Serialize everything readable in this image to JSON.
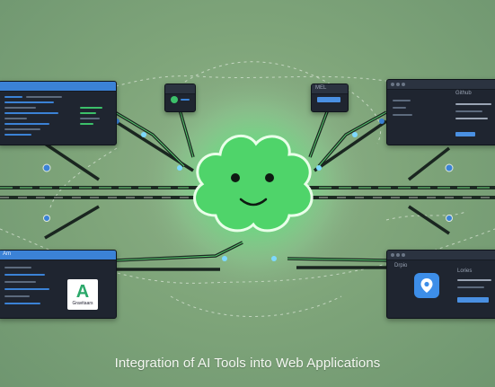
{
  "caption": "Integration of AI Tools into Web Applications",
  "windows": {
    "bottom_left_logo": {
      "mark": "A",
      "wordmark": "Gravitaars"
    },
    "bottom_left_tab": "Am",
    "top_right_label": "Github",
    "bottom_right_label": "Drpio",
    "bottom_right_sub": "Lories",
    "top_mid_right_label": "MEL"
  },
  "colors": {
    "background": "#7fa57a",
    "glow": "#6bf08a",
    "cloud": "#4fd46a",
    "window": "#1f2530",
    "accent_blue": "#3b82d6",
    "accent_green": "#3cc06a"
  },
  "icons": [
    "ai-cloud-icon",
    "location-pin-icon",
    "app-logo-icon"
  ]
}
